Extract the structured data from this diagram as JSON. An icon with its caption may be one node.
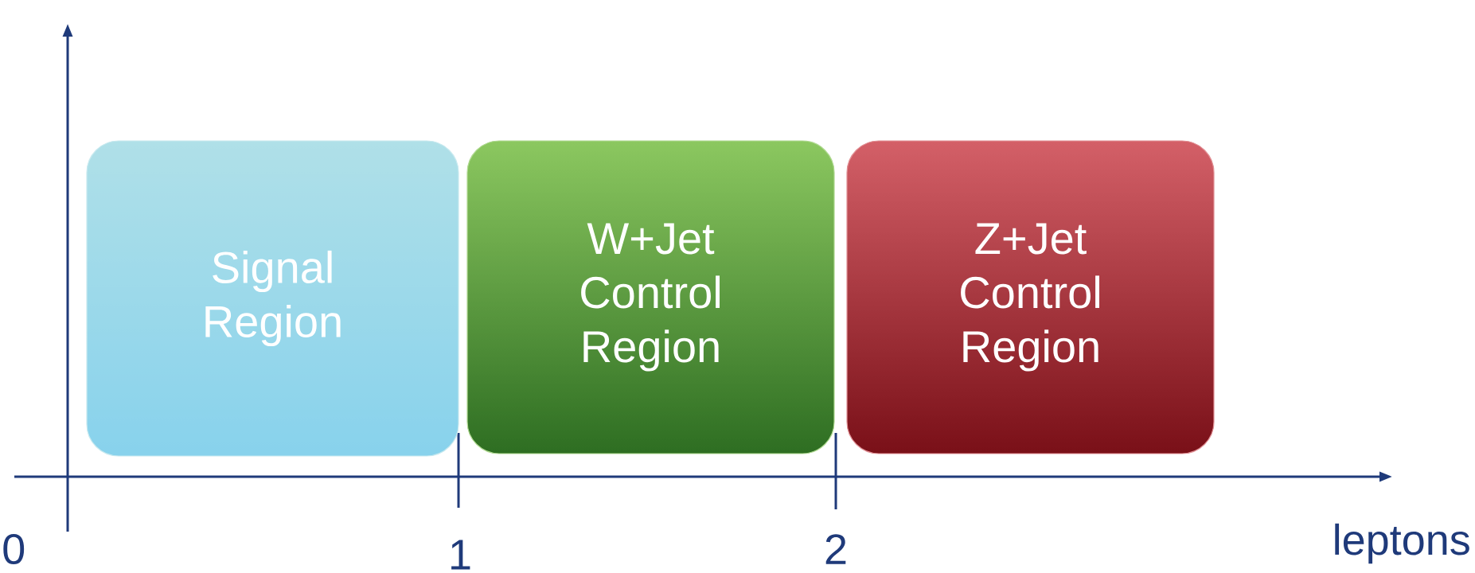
{
  "diagram": {
    "nodes": [
      {
        "text": [
          "Signal Region"
        ]
      },
      {
        "text": [
          "W+Jet Control Region"
        ]
      },
      {
        "text": [
          "Z+Jet Control Region"
        ]
      }
    ],
    "labels": [
      "0",
      "1",
      "2",
      "leptons"
    ]
  }
}
